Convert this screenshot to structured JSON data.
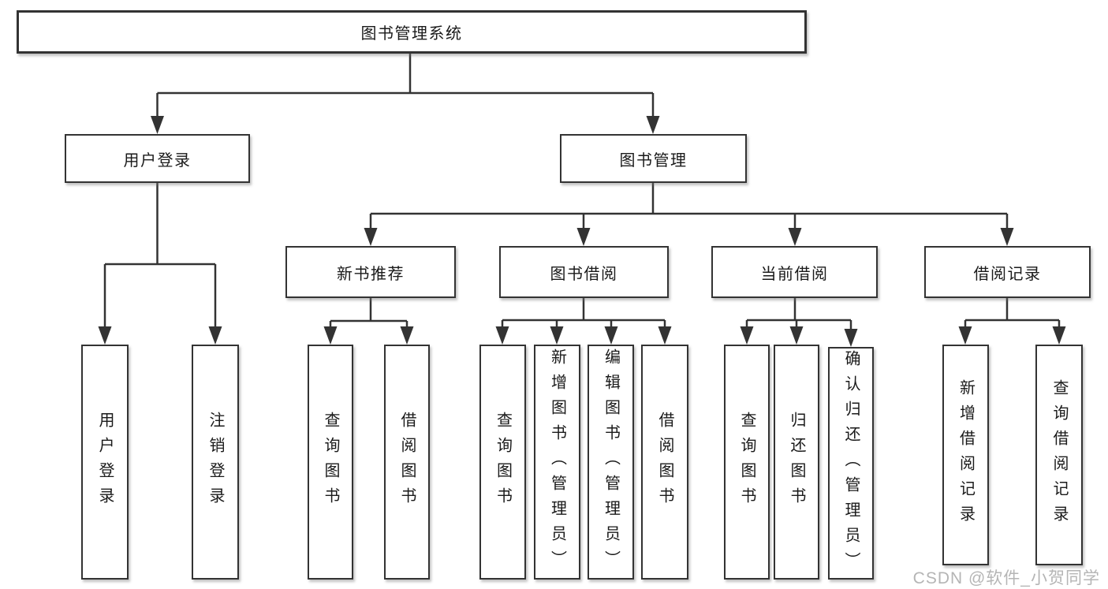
{
  "tree": {
    "root": {
      "label": "图书管理系统",
      "children": [
        {
          "label": "用户登录",
          "children": [
            {
              "label": "用户登录"
            },
            {
              "label": "注销登录"
            }
          ]
        },
        {
          "label": "图书管理",
          "children": [
            {
              "label": "新书推荐",
              "children": [
                {
                  "label": "查询图书"
                },
                {
                  "label": "借阅图书"
                }
              ]
            },
            {
              "label": "图书借阅",
              "children": [
                {
                  "label": "查询图书"
                },
                {
                  "label": "新增图书（管理员）"
                },
                {
                  "label": "编辑图书（管理员）"
                },
                {
                  "label": "借阅图书"
                }
              ]
            },
            {
              "label": "当前借阅",
              "children": [
                {
                  "label": "查询图书"
                },
                {
                  "label": "归还图书"
                },
                {
                  "label": "确认归还（管理员）"
                }
              ]
            },
            {
              "label": "借阅记录",
              "children": [
                {
                  "label": "新增借阅记录"
                },
                {
                  "label": "查询借阅记录"
                }
              ]
            }
          ]
        }
      ]
    }
  },
  "watermark": "CSDN @软件_小贺同学",
  "colors": {
    "line": "#333333",
    "box_border": "#333333",
    "box_fill": "#ffffff",
    "text": "#1a1a1a",
    "watermark": "#b5b5b5",
    "background": "#ffffff"
  }
}
